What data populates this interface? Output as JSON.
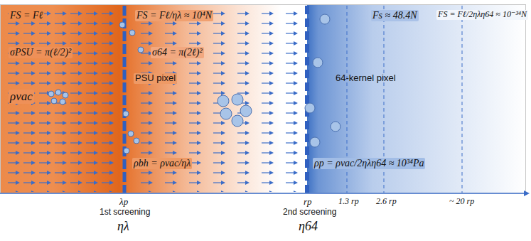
{
  "diagram": {
    "labels": [
      "FS = Fℓ",
      "σPSU = π(ℓ/2)²",
      "ρvac",
      "FS = Fℓ/ηλ ≈ 10⁴N",
      "PSU pixel",
      "σ64 = π(2ℓ)²",
      "ρbh = ρvac/ηλ",
      "Fs ≈ 48.4N",
      "64-kernel pixel",
      "FS = Fℓ/2ηλη64 ≈ 10⁻³⁴N",
      "ρp = ρvac/2ηλη64 ≈ 10³⁴Pa",
      "λp",
      "1st screening",
      "ηλ",
      "rp",
      "2nd screening",
      "η64",
      "1.3 rp",
      "2.6 rp",
      "~ 20 rp"
    ]
  }
}
